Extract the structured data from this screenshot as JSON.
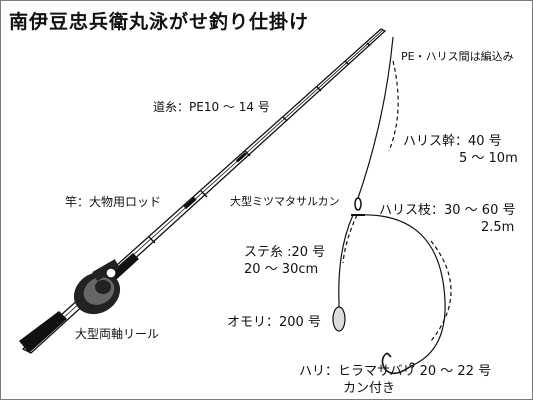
{
  "title": "南伊豆忠兵衛丸泳がせ釣り仕掛け",
  "labels": {
    "pe_leader": "PE・ハリス間は編込み",
    "main_line": "道糸：PE10 ～ 14 号",
    "harisu_trunk_1": "ハリス幹：40 号",
    "harisu_trunk_2": "5 ～ 10m",
    "rod": "竿：大物用ロッド",
    "swivel": "大型ミツマタサルカン",
    "harisu_branch_1": "ハリス枝：30 ～ 60 号",
    "harisu_branch_2": "2.5m",
    "sinker_line_1": "ステ糸 :20 号",
    "sinker_line_2": "20 ～ 30cm",
    "reel": "大型両軸リール",
    "sinker": "オモリ：200 号",
    "hook_1": "ハリ：ヒラマサバリ 20 ～ 22 号",
    "hook_2": "カン付き"
  },
  "colors": {
    "line": "#111111",
    "rod_fill": "#ffffff",
    "reel_dark": "#222222",
    "sinker_fill": "#dcdcdc"
  }
}
